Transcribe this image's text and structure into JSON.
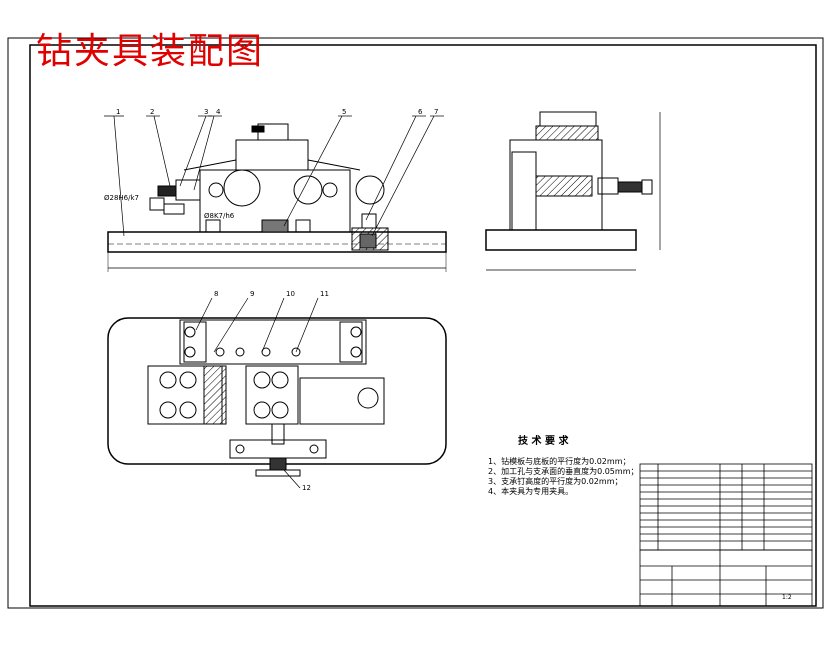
{
  "title": "钻夹具装配图",
  "fits": {
    "left_hole": "Ø28H6/k7",
    "center_hole": "Ø8K7/h6"
  },
  "balloons": [
    "1",
    "2",
    "3",
    "4",
    "5",
    "6",
    "7",
    "8",
    "9",
    "10",
    "11",
    "12"
  ],
  "technical_requirements": {
    "heading": "技 术 要 求",
    "items": [
      "1、钻模板与底板的平行度为0.02mm；",
      "2、加工孔与支承面的垂直度为0.05mm；",
      "3、支承钉高度的平行度为0.02mm；",
      "4、本夹具为专用夹具。"
    ]
  },
  "title_block": {
    "scale": "1:2"
  }
}
